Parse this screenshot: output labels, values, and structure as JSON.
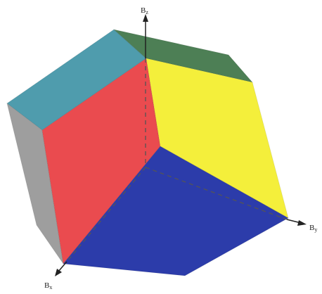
{
  "axes": {
    "z": {
      "base": "B",
      "sub": "z"
    },
    "y": {
      "base": "B",
      "sub": "y"
    },
    "x": {
      "base": "B",
      "sub": "x"
    }
  },
  "faces": {
    "top_left": {
      "color": "#4f9cad"
    },
    "top_right": {
      "color": "#4d7f55"
    },
    "left_side": {
      "color": "#9e9e9e"
    },
    "front_red": {
      "color": "#ea4b4f"
    },
    "front_yellow": {
      "color": "#f4ef3b"
    },
    "bottom_blue": {
      "color": "#2c3caa"
    }
  },
  "hidden_edges": {
    "style": "dashed",
    "color": "#555555"
  }
}
